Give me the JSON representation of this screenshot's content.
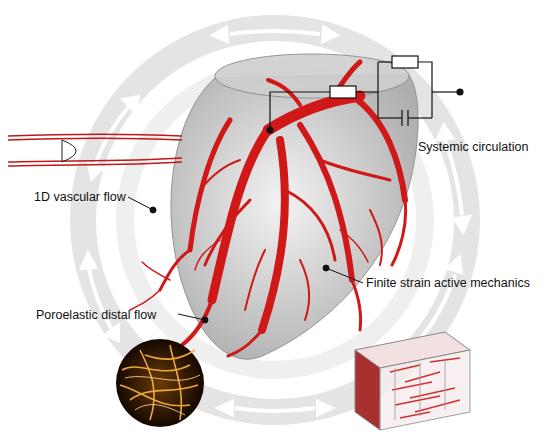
{
  "diagram": {
    "labels": [
      "1D vascular flow",
      "Systemic circulation",
      "Finite strain active mechanics",
      "Poroelastic distal flow"
    ]
  }
}
